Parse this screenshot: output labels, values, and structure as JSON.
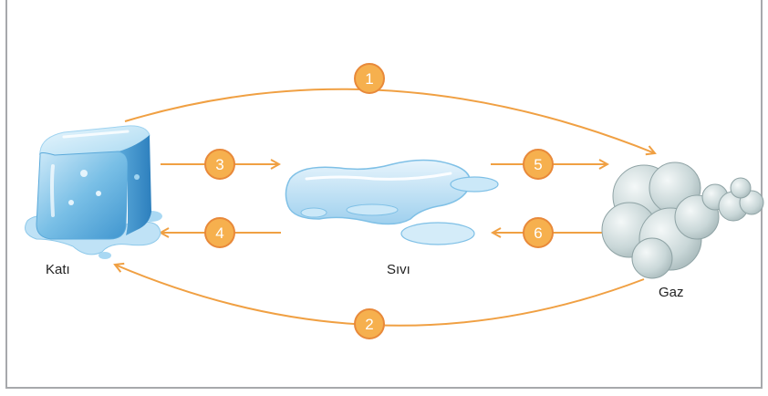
{
  "states": {
    "solid": "Katı",
    "liquid": "Sıvı",
    "gas": "Gaz"
  },
  "transitions": [
    "1",
    "2",
    "3",
    "4",
    "5",
    "6"
  ],
  "colors": {
    "arrow": "#f0a043",
    "badge_fill": "#f6b04e",
    "badge_stroke": "#e8893a",
    "frame": "#a7a9ac"
  }
}
